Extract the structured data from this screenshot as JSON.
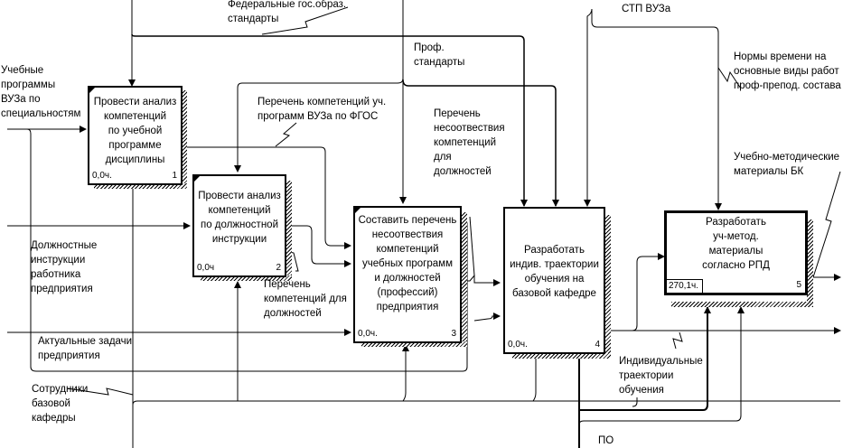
{
  "diagram": {
    "type": "IDEF0",
    "boxes": [
      {
        "id": "1",
        "title": "Провести анализ\nкомпетенций\nпо учебной\nпрограмме\nдисциплины",
        "cost": "0,0ч.",
        "number": "1"
      },
      {
        "id": "2",
        "title": "Провести анализ\nкомпетенций\nпо должностной\nинструкции",
        "cost": "0,0ч",
        "number": "2"
      },
      {
        "id": "3",
        "title": "Составить перечень\nнесоотвествия\nкомпетенций\nучебных программ\nи должностей\n(профессий)\nпредприятия",
        "cost": "0,0ч.",
        "number": "3"
      },
      {
        "id": "4",
        "title": "Разработать\nиндив. траектории\nобучения на\nбазовой кафедре",
        "cost": "0,0ч.",
        "number": "4"
      },
      {
        "id": "5",
        "title": "Разработать\nуч-метод.\nматериалы\nсогласно РПД",
        "cost": "270,1ч.",
        "number": "5"
      }
    ],
    "arrow_labels": {
      "fed_standards": "Федеральные гос.образ.\nстандарты",
      "prof_standards": "Проф.\nстандарты",
      "stp": "СТП ВУЗа",
      "norms": "Нормы времени на\nосновные виды работ\nпроф-препод. состава",
      "edu_programs": "Учебные\nпрограммы\nВУЗа по\nспециальностям",
      "comp_list_fgos": "Перечень компетенций уч.\nпрограмм ВУЗа по ФГОС",
      "mismatch_list": "Перечень\nнесоотвествия\nкомпетенций\nдля\nдолжностей",
      "job_instructions": "Должностные\nинструкции\nработника\nпредприятия",
      "comp_list_jobs": "Перечень\nкомпетенций для\nдолжностей",
      "tasks": "Актуальные задачи\nпредприятия",
      "staff": "Сотрудники\nбазовой\nкафедры",
      "trajectories": "Индивидуальные\nтраектории\nобучения",
      "materials": "Учебно-методические\nматериалы БК",
      "software": "ПО"
    }
  }
}
